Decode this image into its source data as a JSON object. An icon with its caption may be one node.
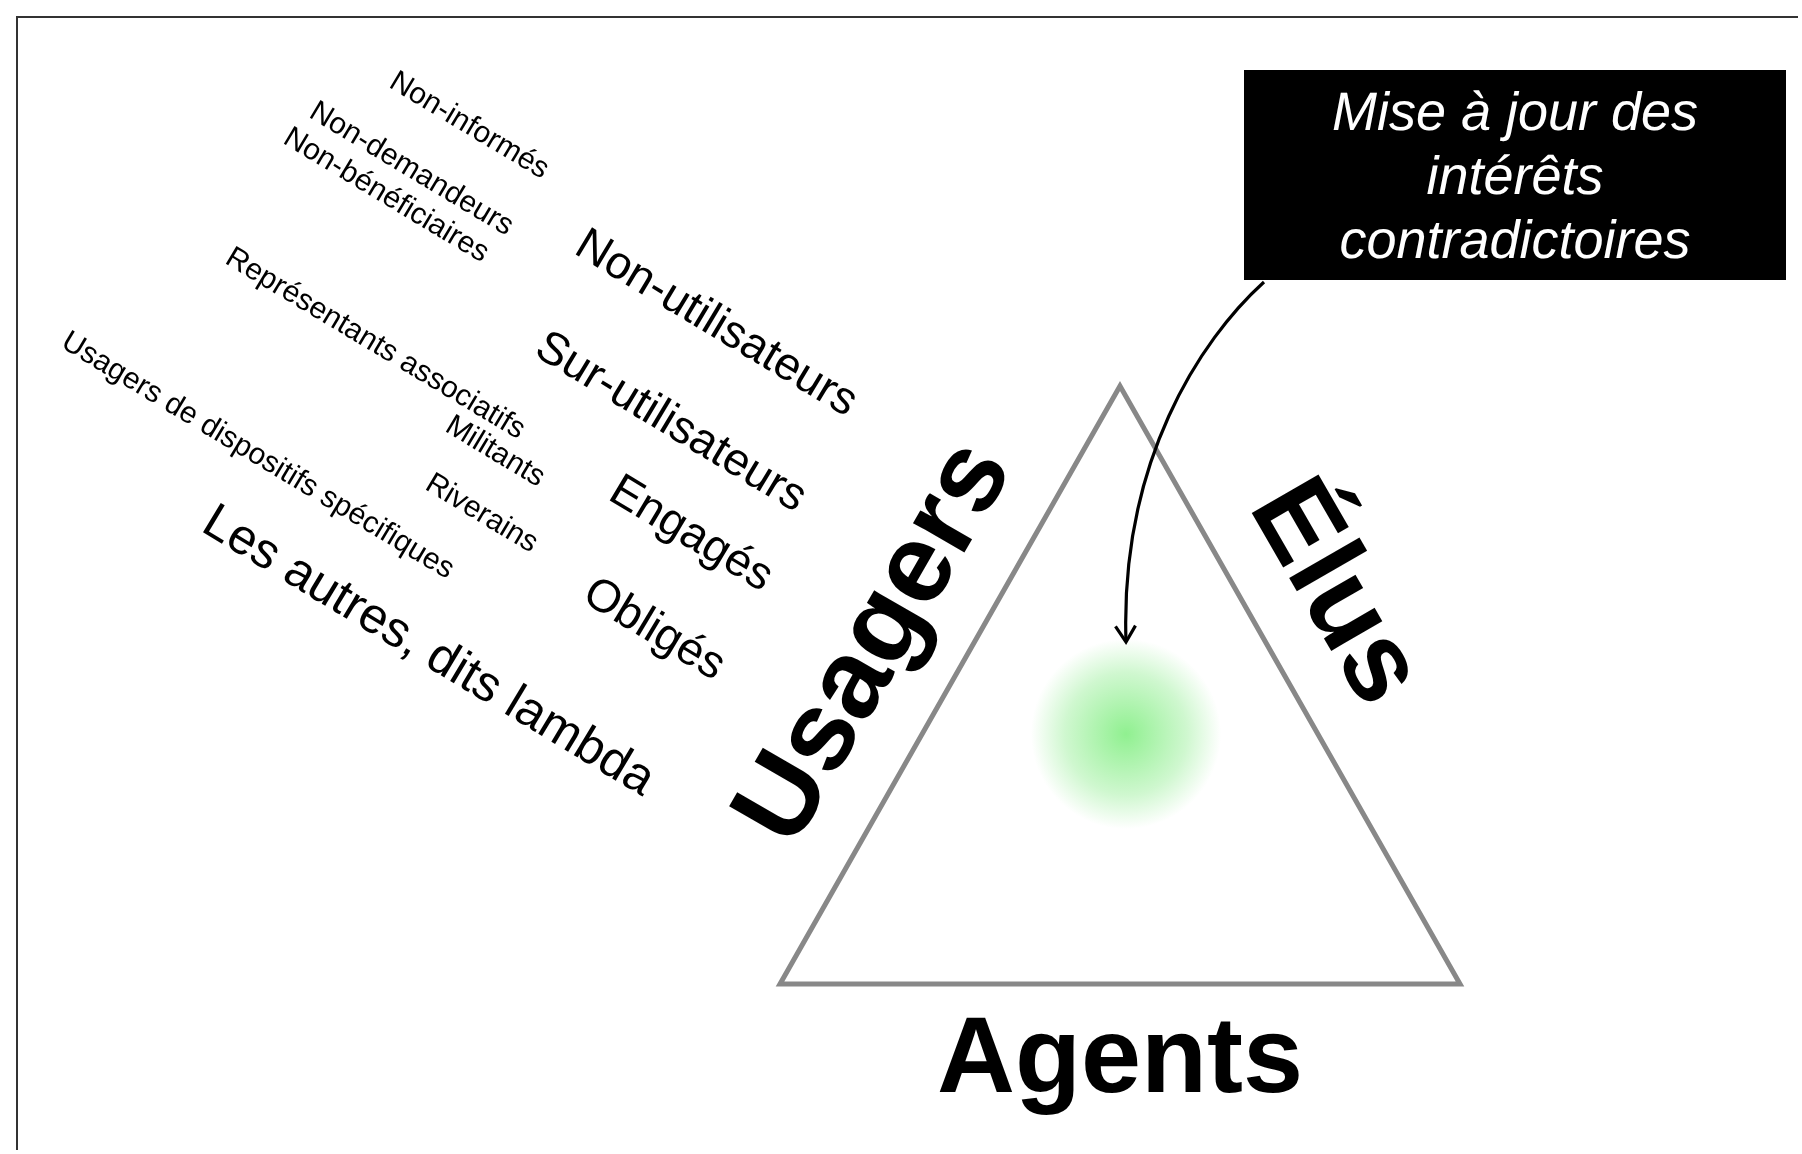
{
  "diagram": {
    "nodes": [
      {
        "text": [
          "Mise à jour des intérêts contradictoires"
        ]
      },
      {
        "text": [
          "Usagers",
          "Élus",
          "Agents"
        ]
      },
      {
        "text": [],
        "shape": "circle",
        "in": 1
      }
    ],
    "edges": [
      {
        "from": 0,
        "to": 2,
        "arrow": "to"
      }
    ],
    "labels": [
      "Non-informés",
      "Non-demandeurs",
      "Non-bénéficiaires",
      "Représentants associatifs",
      "Non-utilisateurs",
      "Usagers de dispositifs spécifiques",
      "Militants",
      "Sur-utilisateurs",
      "Riverains",
      "Engagés",
      "Les autres, dits lambda",
      "Obligés"
    ]
  }
}
